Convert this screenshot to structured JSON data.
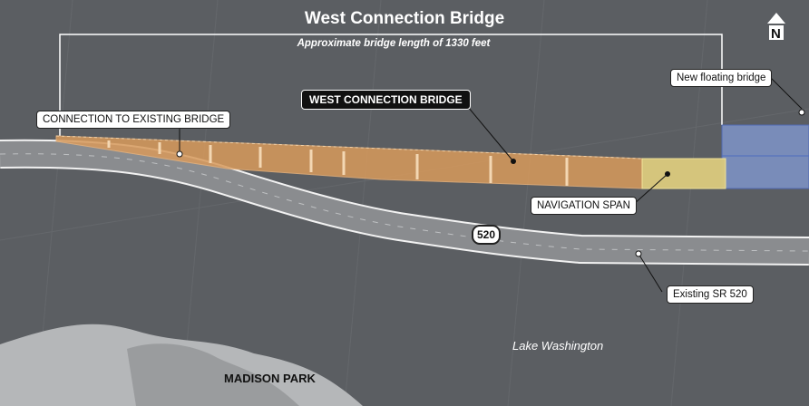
{
  "title": "West Connection Bridge",
  "subtitle": "Approximate bridge length of 1330 feet",
  "north_label": "N",
  "highway_shield": "520",
  "callouts": {
    "west_connection_bridge": "WEST CONNECTION BRIDGE",
    "connection_existing": "CONNECTION TO EXISTING BRIDGE",
    "navigation_span": "NAVIGATION SPAN",
    "new_floating_bridge": "New floating bridge",
    "existing_sr520": "Existing SR 520"
  },
  "place_labels": {
    "lake": "Lake Washington",
    "neighborhood": "MADISON PARK"
  },
  "colors": {
    "water": "#5b5e62",
    "bridge_orange": "#d89a5c",
    "navigation_span": "#dccb7e",
    "floating_bridge": "#7f95c9",
    "road": "#8a8c8f"
  }
}
